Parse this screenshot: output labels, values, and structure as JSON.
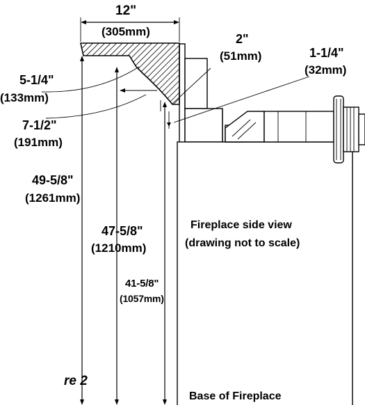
{
  "dimensions": {
    "mantel_depth": {
      "imperial": "12\"",
      "metric": "(305mm)"
    },
    "mantel_projection": {
      "imperial": "2\"",
      "metric": "(51mm)"
    },
    "bracket_projection": {
      "imperial": "1-1/4\"",
      "metric": "(32mm)"
    },
    "shelf_offset": {
      "imperial": "5-1/4\"",
      "metric": "(133mm)"
    },
    "bracket_offset": {
      "imperial": "7-1/2\"",
      "metric": "(191mm)"
    },
    "height_top": {
      "imperial": "49-5/8\"",
      "metric": "(1261mm)"
    },
    "height_middle": {
      "imperial": "47-5/8\"",
      "metric": "(1210mm)"
    },
    "height_bracket": {
      "imperial": "41-5/8\"",
      "metric": "(1057mm)"
    }
  },
  "notes": {
    "view_title": "Fireplace side view",
    "view_subtitle": "(drawing not to scale)",
    "base_label": "Base of Fireplace",
    "figure_label": "re 2"
  }
}
